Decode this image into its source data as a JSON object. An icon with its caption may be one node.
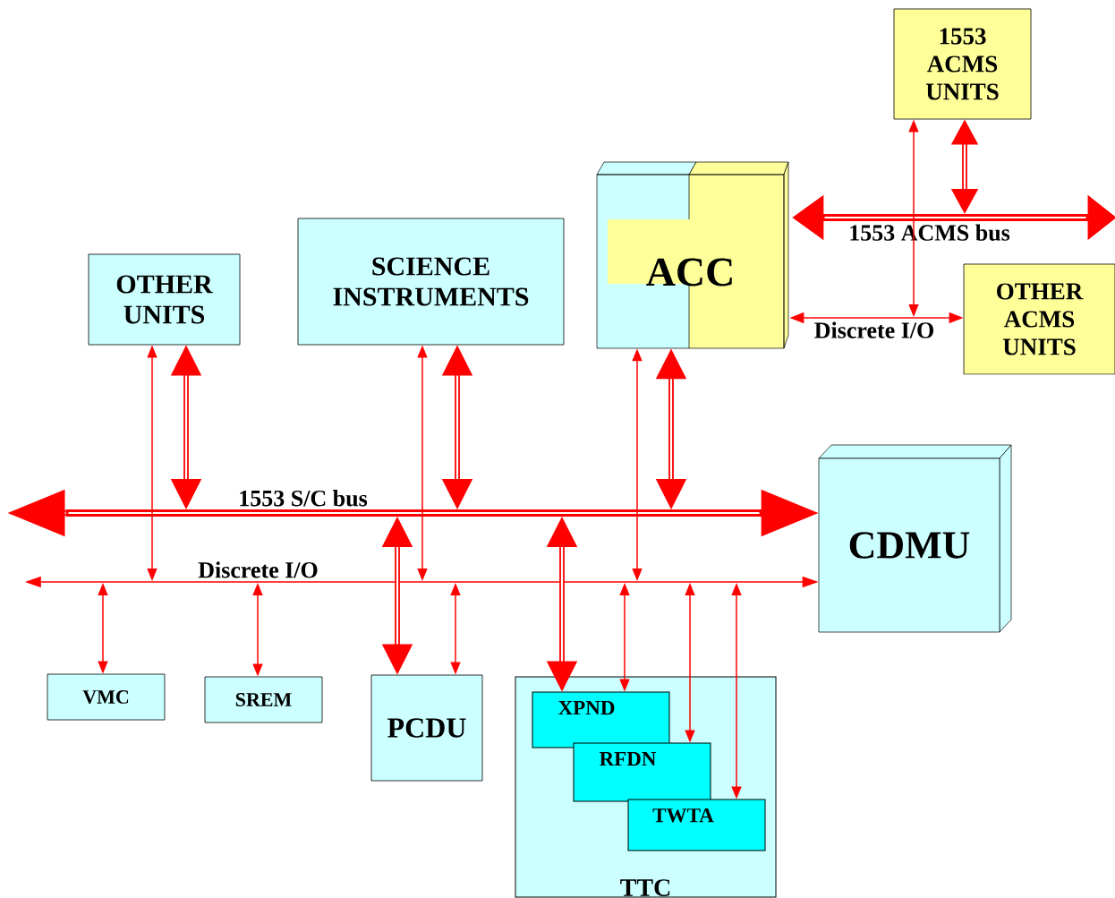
{
  "diagram": {
    "nodes": [
      {
        "text": [
          "OTHER UNITS"
        ]
      },
      {
        "text": [
          "SCIENCE INSTRUMENTS"
        ]
      },
      {
        "text": [
          "ACC"
        ]
      },
      {
        "text": [
          "1553 ACMS UNITS"
        ]
      },
      {
        "text": [
          "1553 ACMS bus"
        ]
      },
      {
        "text": [
          "OTHER ACMS UNITS"
        ]
      },
      {
        "text": [
          "Discrete I/O"
        ]
      },
      {
        "text": [
          "1553 S/C bus"
        ]
      },
      {
        "text": [
          "Discrete I/O"
        ]
      },
      {
        "text": [
          "CDMU"
        ]
      },
      {
        "text": [
          "VMC"
        ]
      },
      {
        "text": [
          "SREM"
        ]
      },
      {
        "text": [
          "PCDU"
        ]
      },
      {
        "text": [
          "TTC"
        ]
      },
      {
        "text": [
          "XPND"
        ],
        "in": 13
      },
      {
        "text": [
          "RFDN"
        ],
        "in": 13
      },
      {
        "text": [
          "TWTA"
        ],
        "in": 13
      }
    ],
    "edges": [
      {
        "from": 0,
        "to": 7,
        "arrow": "both",
        "style": "thick"
      },
      {
        "from": 0,
        "to": 8,
        "arrow": "both"
      },
      {
        "from": 1,
        "to": 7,
        "arrow": "both",
        "style": "thick"
      },
      {
        "from": 1,
        "to": 8,
        "arrow": "both"
      },
      {
        "from": 2,
        "to": 7,
        "arrow": "both",
        "style": "thick"
      },
      {
        "from": 2,
        "to": 8,
        "arrow": "both"
      },
      {
        "from": 3,
        "to": 4,
        "arrow": "both",
        "style": "thick"
      },
      {
        "from": 3,
        "to": 6,
        "arrow": "both"
      },
      {
        "from": 6,
        "to": 2,
        "arrow": "to"
      },
      {
        "from": 6,
        "to": 5,
        "arrow": "to"
      },
      {
        "from": 4,
        "to": 2,
        "arrow": "to",
        "style": "thick"
      },
      {
        "from": 4,
        "to": null,
        "arrow": "to",
        "style": "thick"
      },
      {
        "from": 7,
        "to": null,
        "arrow": "to",
        "style": "thick"
      },
      {
        "from": 7,
        "to": 9,
        "arrow": "to",
        "style": "thick"
      },
      {
        "from": 8,
        "to": null,
        "arrow": "to"
      },
      {
        "from": 8,
        "to": 9,
        "arrow": "to"
      },
      {
        "from": 10,
        "to": 8,
        "arrow": "both"
      },
      {
        "from": 11,
        "to": 8,
        "arrow": "both"
      },
      {
        "from": 12,
        "to": 7,
        "arrow": "both",
        "style": "thick"
      },
      {
        "from": 12,
        "to": 8,
        "arrow": "both"
      },
      {
        "from": 14,
        "to": 7,
        "arrow": "both",
        "style": "thick"
      },
      {
        "from": 14,
        "to": 8,
        "arrow": "both"
      },
      {
        "from": 15,
        "to": 8,
        "arrow": "both"
      },
      {
        "from": 16,
        "to": 8,
        "arrow": "both"
      }
    ]
  }
}
